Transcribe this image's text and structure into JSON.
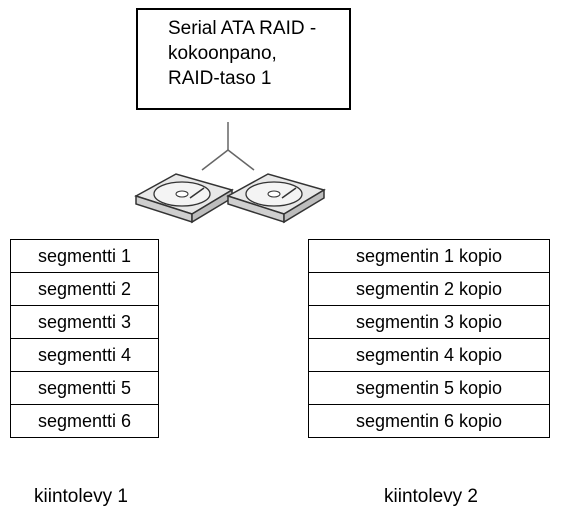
{
  "title_lines": [
    "Serial ATA RAID -",
    "kokoonpano,",
    "RAID-taso 1"
  ],
  "disk1": {
    "label": "kiintolevy 1",
    "segments": [
      "segmentti 1",
      "segmentti 2",
      "segmentti 3",
      "segmentti 4",
      "segmentti 5",
      "segmentti 6"
    ]
  },
  "disk2": {
    "label": "kiintolevy 2",
    "segments": [
      "segmentin 1 kopio",
      "segmentin 2 kopio",
      "segmentin 3 kopio",
      "segmentin 4 kopio",
      "segmentin 5 kopio",
      "segmentin 6 kopio"
    ]
  },
  "icons": [
    "hard-drive-icon",
    "hard-drive-icon"
  ]
}
